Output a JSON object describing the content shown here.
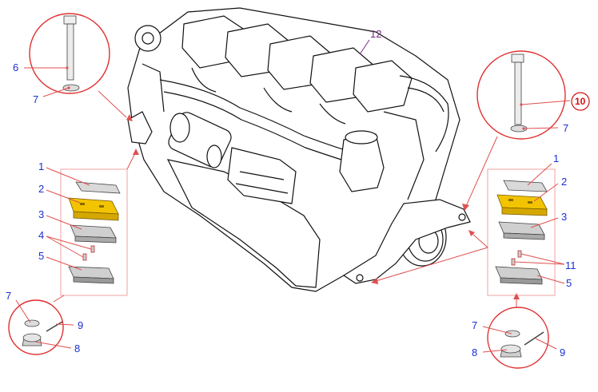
{
  "callouts": {
    "c12": "12",
    "c10": "10",
    "l6": "6",
    "l7_top": "7",
    "l1": "1",
    "l2": "2",
    "l3": "3",
    "l4": "4",
    "l5": "5",
    "l7_bl": "7",
    "l9_bl": "9",
    "l8_bl": "8",
    "r7_top": "7",
    "r1": "1",
    "r2": "2",
    "r3": "3",
    "r11": "11",
    "r5": "5",
    "r7_br": "7",
    "r8_br": "8",
    "r9_br": "9"
  },
  "colors": {
    "label": "#1a2fd0",
    "leader": "#e05050",
    "circle": "#e03030",
    "box": "#f0a0a0",
    "pad_yellow": "#f2c400",
    "plate_grey": "#cfcfcf",
    "engine_line": "#111111"
  }
}
